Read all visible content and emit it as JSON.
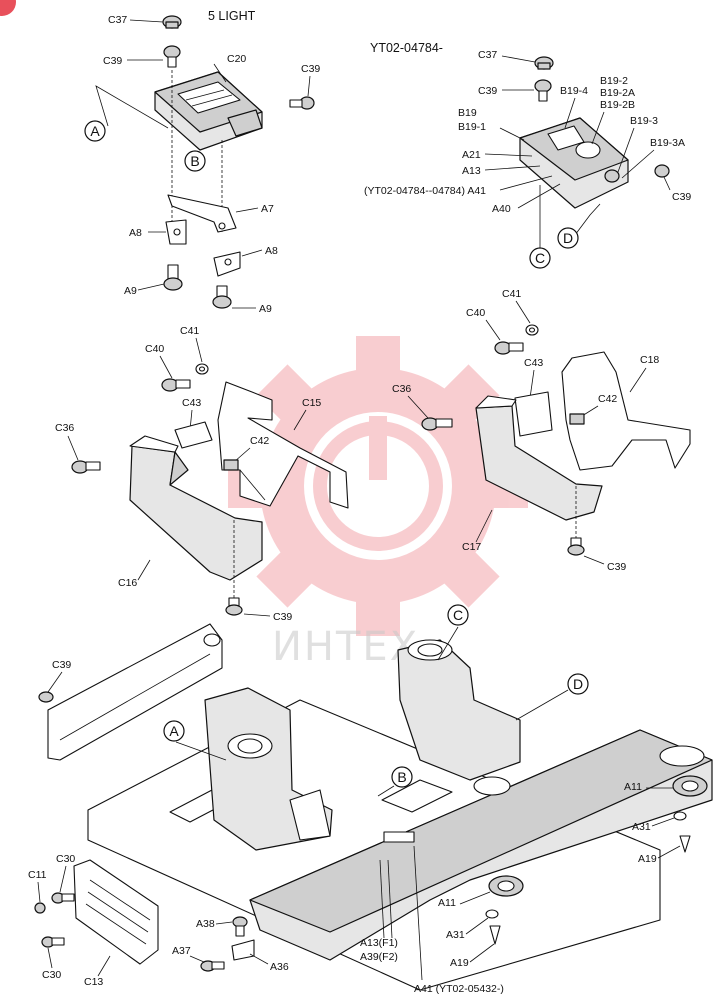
{
  "heading": "5 LIGHT",
  "serial_label": "YT02-04784-",
  "parts": {
    "c37a": "C37",
    "c39a": "C39",
    "c20": "C20",
    "c39b": "C39",
    "a7": "A7",
    "a8a": "A8",
    "a9a": "A9",
    "a8b": "A8",
    "a9b": "A9",
    "c37b": "C37",
    "c39c": "C39",
    "b19_4": "B19-4",
    "b19_2": "B19-2",
    "b19_2a": "B19-2A",
    "b19_2b": "B19-2B",
    "b19": "B19",
    "b19_1": "B19-1",
    "b19_3": "B19-3",
    "b19_3a": "B19-3A",
    "a21": "A21",
    "a13a": "A13",
    "a41_range": "(YT02-04784--04784) A41",
    "c39d": "C39",
    "a40": "A40",
    "c41a": "C41",
    "c40a": "C40",
    "c43a": "C43",
    "c15": "C15",
    "c36a": "C36",
    "c42a": "C42",
    "c16": "C16",
    "c39e": "C39",
    "c41b": "C41",
    "c40b": "C40",
    "c43b": "C43",
    "c18": "C18",
    "c36b": "C36",
    "c42b": "C42",
    "c17": "C17",
    "c39f": "C39",
    "c39g": "C39",
    "a11a": "A11",
    "a31a": "A31",
    "a19a": "A19",
    "c11": "C11",
    "c30a": "C30",
    "c30b": "C30",
    "c13": "C13",
    "a38": "A38",
    "a37": "A37",
    "a36": "A36",
    "a11b": "A11",
    "a31b": "A31",
    "a19b": "A19",
    "a13f1": "A13(F1)",
    "a39f2": "A39(F2)",
    "a41_bottom": "A41 (YT02-05432-)"
  },
  "callouts": {
    "a_top": "A",
    "b_top": "B",
    "c_top": "C",
    "d_top": "D",
    "a_frame": "A",
    "b_frame": "B",
    "c_frame": "C",
    "d_frame": "D"
  },
  "watermark": {
    "text": "ИНТЕХ",
    "color": "#e8505b"
  }
}
